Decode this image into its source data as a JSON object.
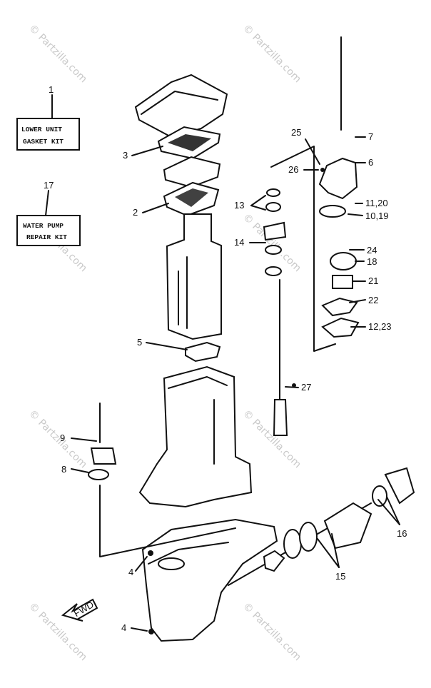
{
  "watermark": "© Partzilla.com",
  "kits": {
    "gasket_kit": {
      "number": "1",
      "line1": "LOWER UNIT",
      "line2": "GASKET KIT"
    },
    "water_pump_kit": {
      "number": "17",
      "line1": "WATER PUMP",
      "line2": "REPAIR KIT"
    }
  },
  "callouts": {
    "c1": "1",
    "c17": "17",
    "c3": "3",
    "c2": "2",
    "c5": "5",
    "c25": "25",
    "c7": "7",
    "c6": "6",
    "c26": "26",
    "c1120": "11,20",
    "c1019": "10,19",
    "c13": "13",
    "c14": "14",
    "c24": "24",
    "c18": "18",
    "c21": "21",
    "c22": "22",
    "c1223": "12,23",
    "c27": "27",
    "c9": "9",
    "c8": "8",
    "c16": "16",
    "c4a": "4",
    "c15": "15",
    "c4b": "4"
  },
  "fwd_label": "FWD"
}
